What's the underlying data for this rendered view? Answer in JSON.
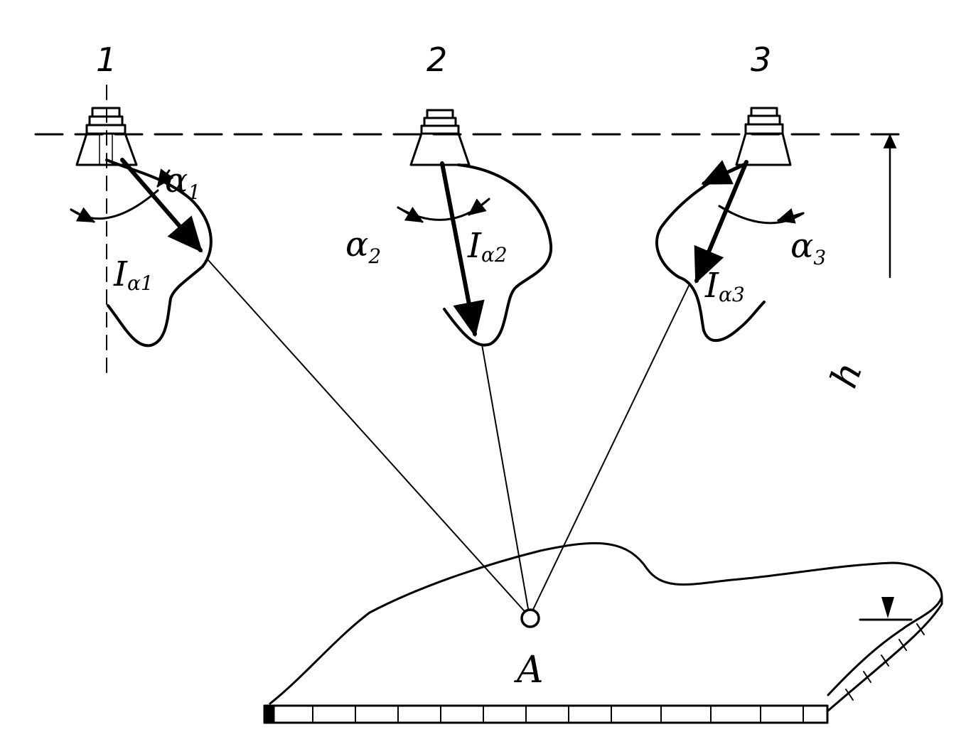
{
  "lamps": [
    {
      "number": "1",
      "angle_symbol": "α",
      "angle_index": "1",
      "intensity_symbol": "I",
      "intensity_index": "α1"
    },
    {
      "number": "2",
      "angle_symbol": "α",
      "angle_index": "2",
      "intensity_symbol": "I",
      "intensity_index": "α2"
    },
    {
      "number": "3",
      "angle_symbol": "α",
      "angle_index": "3",
      "intensity_symbol": "I",
      "intensity_index": "α3"
    }
  ],
  "height_label": "h",
  "point_label": "A",
  "colors": {
    "ink": "#000000",
    "background": "#ffffff"
  }
}
